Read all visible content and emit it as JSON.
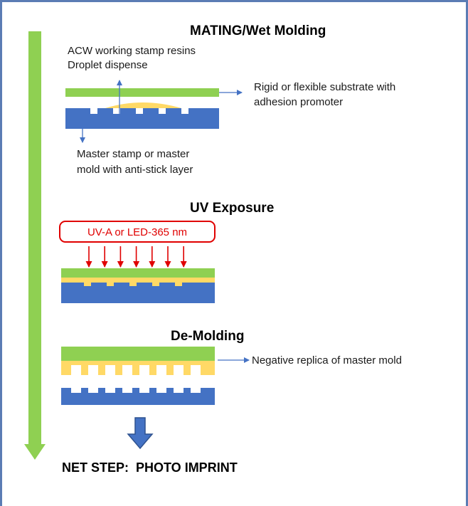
{
  "colors": {
    "frame": "#5b7cb4",
    "process_arrow": "#8fd052",
    "substrate": "#8fd052",
    "resin": "#ffd966",
    "master_mold": "#4472c4",
    "pointer_line": "#4472c4",
    "uv_red": "#e00000",
    "next_arrow": "#4472c4"
  },
  "icons": {
    "process_arrow": "down-arrow-icon",
    "uv_arrows": "red-down-arrow-icon",
    "next_arrow": "block-down-arrow-icon"
  },
  "steps": {
    "mating": {
      "title": "MATING/Wet Molding",
      "resin_label_line1": "ACW working stamp resins",
      "resin_label_line2": "Droplet dispense",
      "substrate_label_line1": "Rigid or flexible substrate with",
      "substrate_label_line2": "adhesion promoter",
      "master_label_line1": "Master stamp or master",
      "master_label_line2": "mold with anti-stick layer"
    },
    "uv": {
      "title": "UV Exposure",
      "source_label": "UV-A or LED-365 nm",
      "arrow_count": 7
    },
    "demolding": {
      "title": "De-Molding",
      "replica_label": "Negative replica of master mold"
    }
  },
  "next_step": "NET STEP:  PHOTO IMPRINT"
}
